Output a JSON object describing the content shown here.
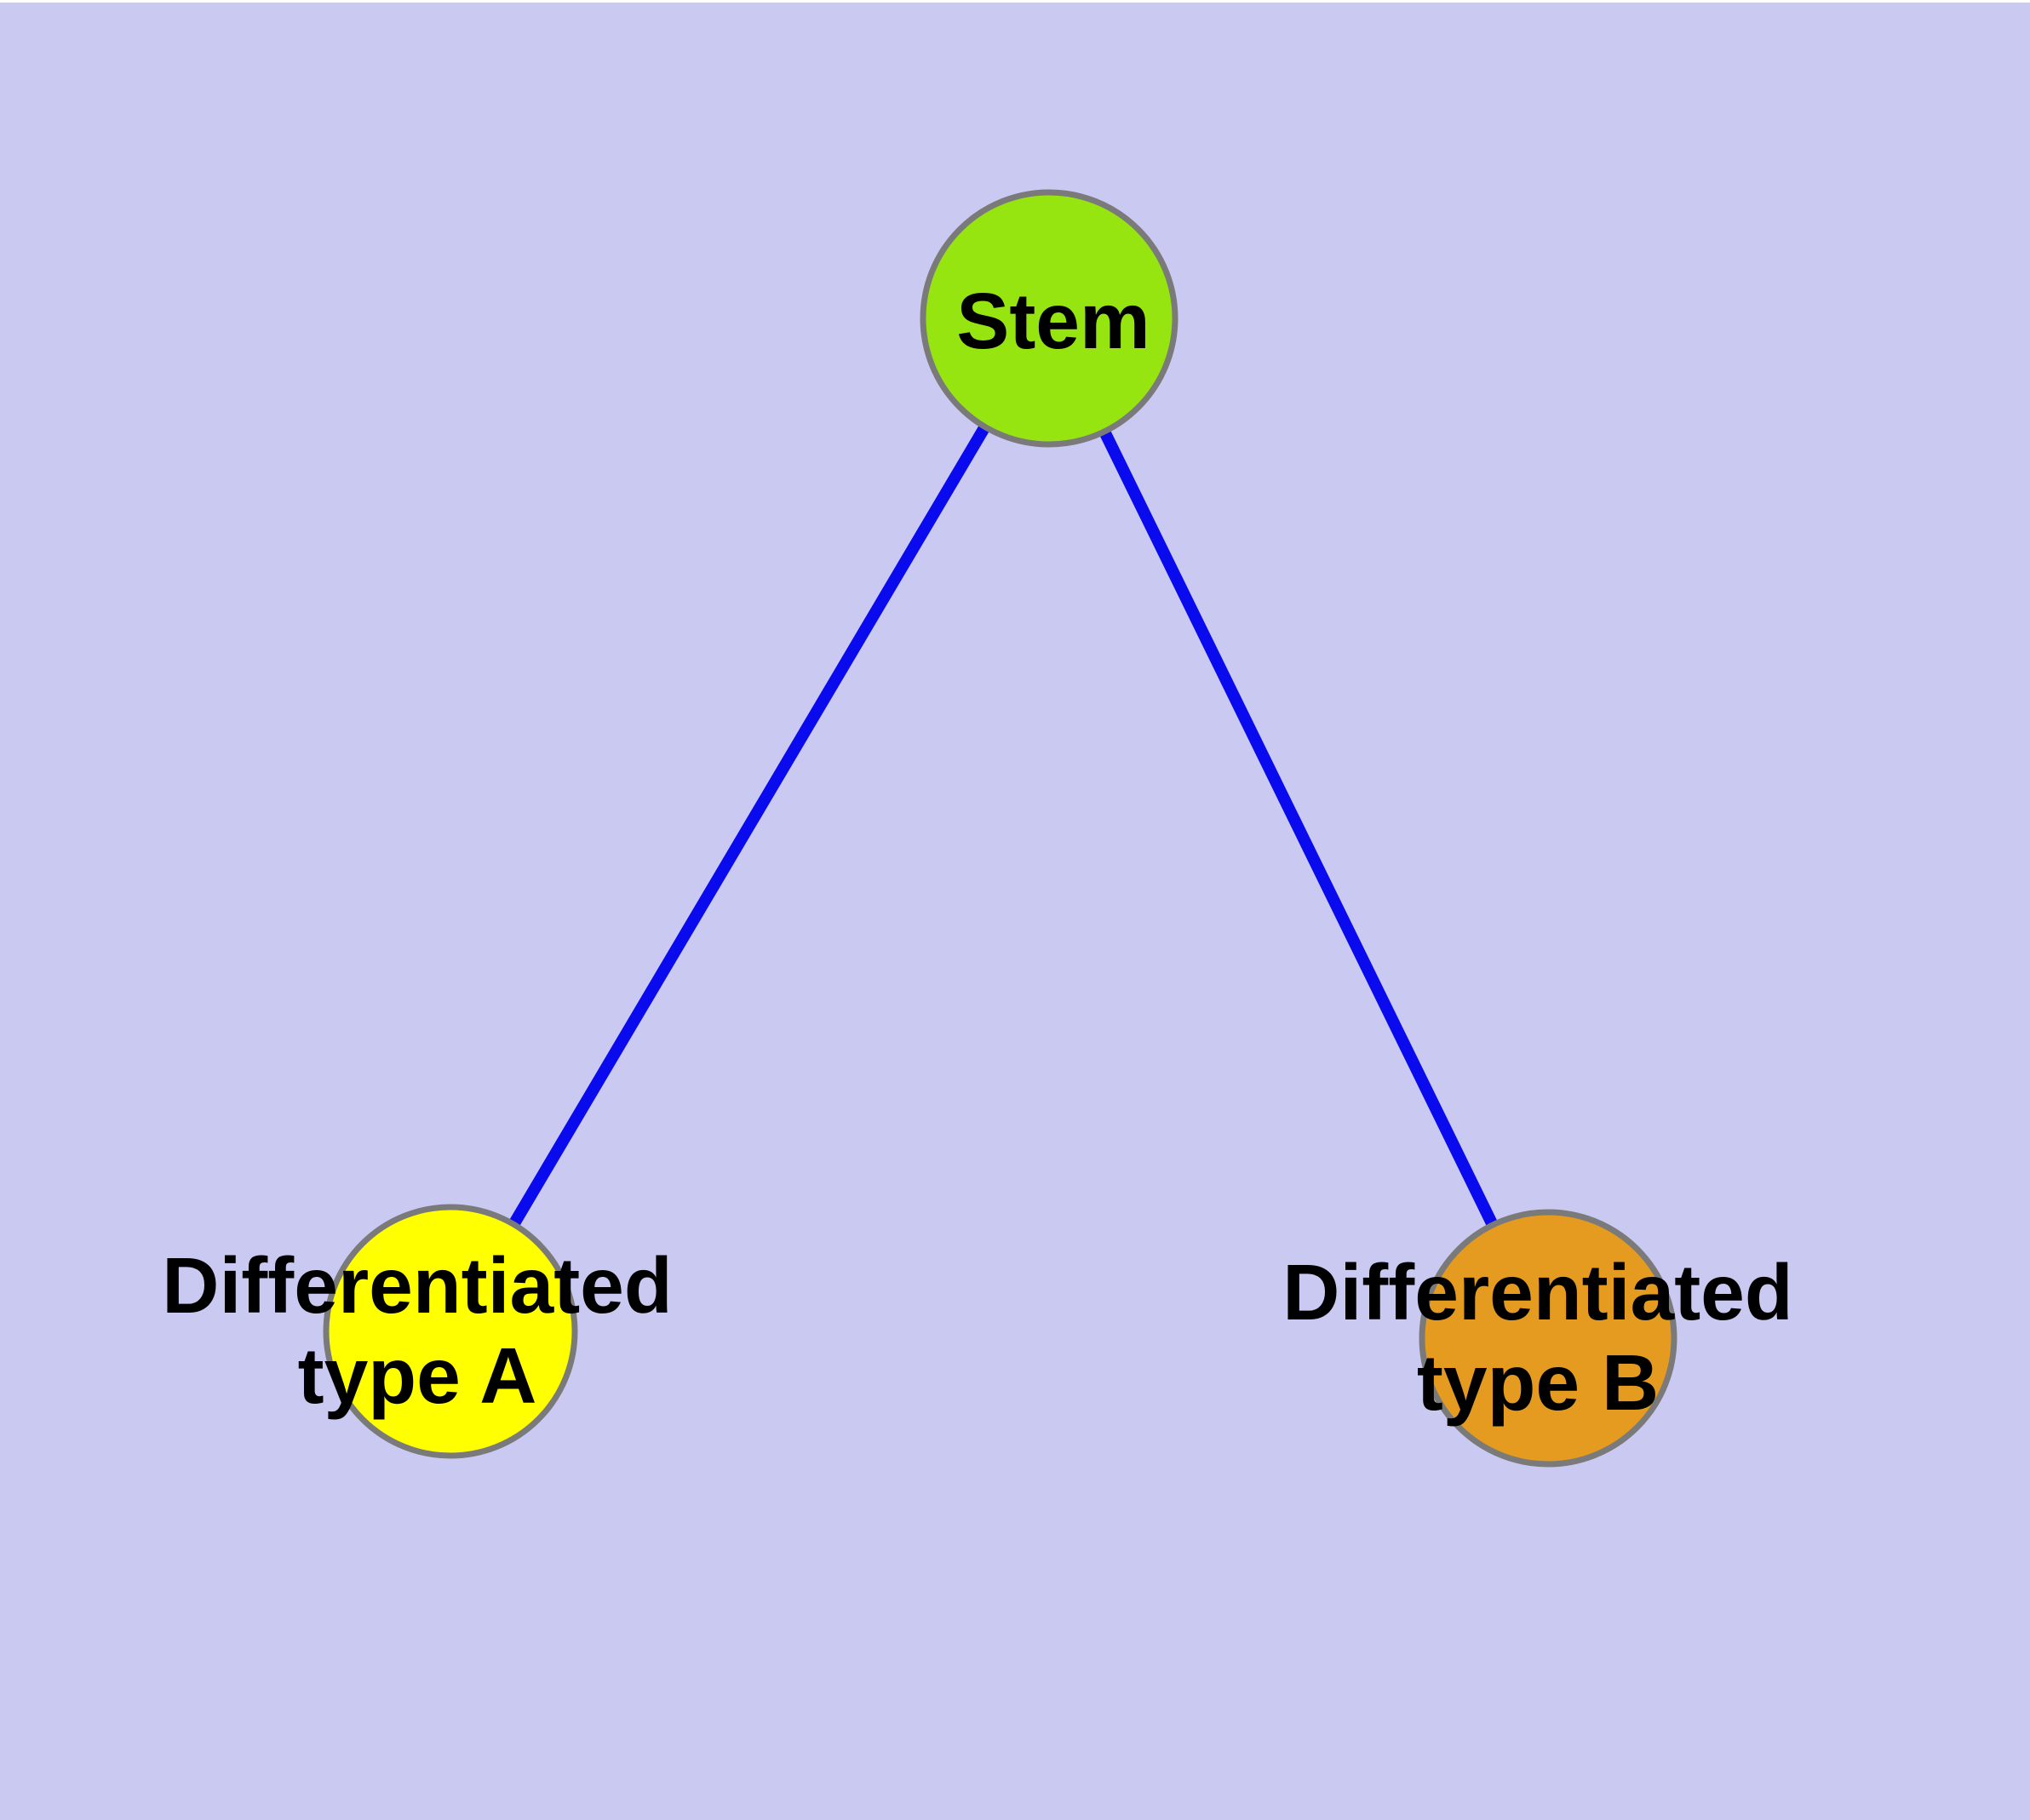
{
  "diagram": {
    "type": "graph",
    "background_color": "#C9C9F2",
    "edge_color": "#0A0AEE",
    "node_border_color": "#7A7A7A",
    "label_color": "#000000",
    "nodes": [
      {
        "id": "stem",
        "label": "Stem",
        "label_lines": [
          "Stem"
        ],
        "fill": "#96E511"
      },
      {
        "id": "differentiated-type-a",
        "label": "Differentiated type A",
        "label_lines": [
          "Differentiated",
          "type A"
        ],
        "fill": "#FFFF00"
      },
      {
        "id": "differentiated-type-b",
        "label": "Differentiated type B",
        "label_lines": [
          "Differentiated",
          "type B"
        ],
        "fill": "#E49B20"
      }
    ],
    "edges": [
      {
        "from": "Stem",
        "to": "Differentiated type A"
      },
      {
        "from": "Stem",
        "to": "Differentiated type B"
      }
    ]
  }
}
